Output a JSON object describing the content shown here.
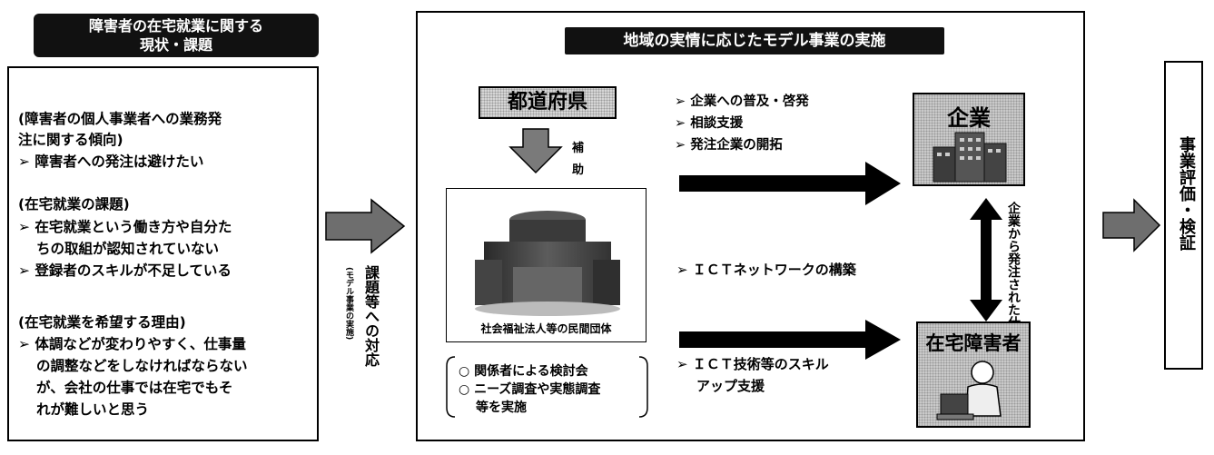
{
  "left": {
    "title_line1": "障害者の在宅就業に関する",
    "title_line2": "現状・課題",
    "h1a": "(障害者の個人事業者への業務発",
    "h1b": "注に関する傾向)",
    "b1": "➢ 障害者への発注は避けたい",
    "h2": "(在宅就業の課題)",
    "b2a": "➢ 在宅就業という働き方や自分た",
    "b2b": "ちの取組が認知されていない",
    "b3": "➢ 登録者のスキルが不足している",
    "h3": "(在宅就業を希望する理由)",
    "b4a": "➢ 体調などが変わりやすく、仕事量",
    "b4b": "の調整などをしなければならない",
    "b4c": "が、会社の仕事では在宅でもそ",
    "b4d": "れが難しいと思う"
  },
  "connector": {
    "main": "課題等への対応",
    "sub": "(モデル事業の実施)"
  },
  "center": {
    "title": "地域の実情に応じたモデル事業の実施",
    "prefecture": "都道府県",
    "subsidy": "補助",
    "org_caption": "社会福祉法人等の民間団体",
    "list1": "○ 関係者による検討会",
    "list2a": "○ ニーズ調査や実態調査",
    "list2b": "等を実施",
    "bullet1": "➢ 企業への普及・啓発",
    "bullet2": "➢ 相談支援",
    "bullet3": "➢ 発注企業の開拓",
    "ict1": "➢ ＩＣＴネットワークの構築",
    "ict2a": "➢ ＩＣＴ技術等のスキル",
    "ict2b": "アップ支援",
    "company": "企業",
    "disabled": "在宅障害者",
    "matching": "企業から発注された仕事のマッチング"
  },
  "right": {
    "eval": "事業評価・検証"
  }
}
